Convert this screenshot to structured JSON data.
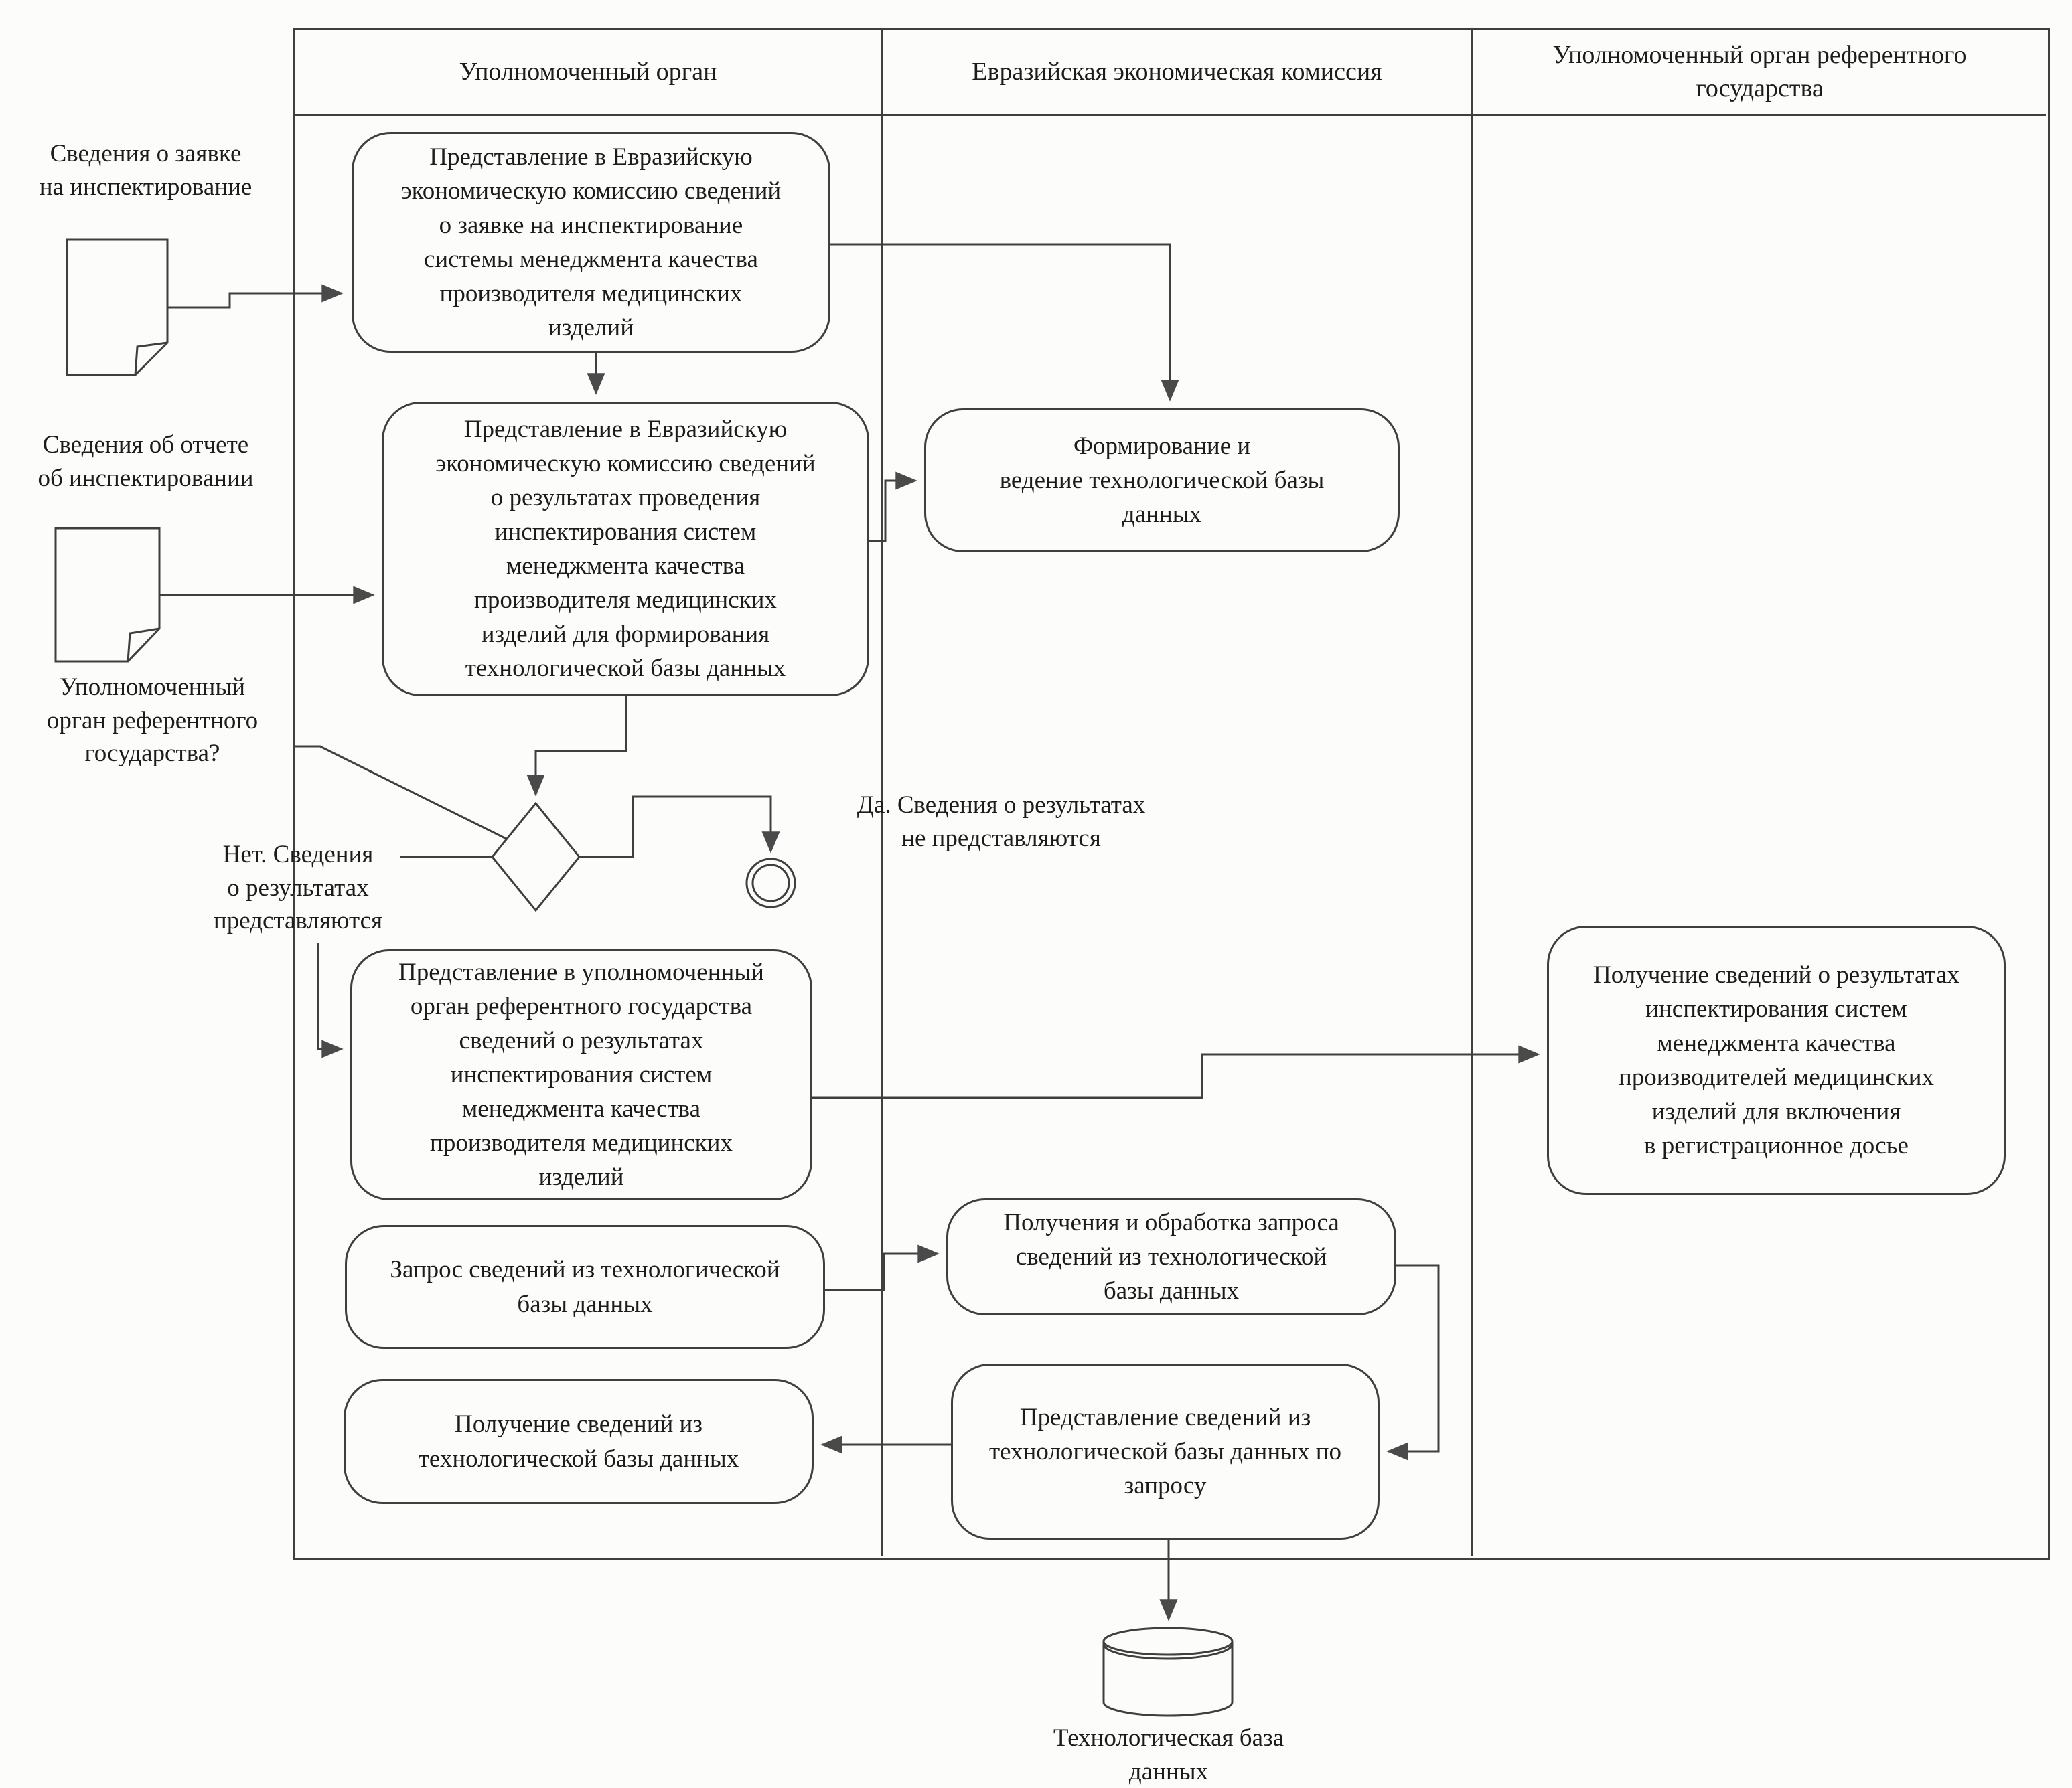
{
  "diagram": {
    "title_hint": "Схема информационного взаимодействия (инспектирование систем менеджмента качества производителей медицинских изделий)",
    "lanes": [
      {
        "title": "Уполномоченный орган"
      },
      {
        "title": "Евразийская экономическая комиссия"
      },
      {
        "title": "Уполномоченный орган референтного\nгосударства"
      }
    ],
    "nodes": {
      "submit_application": "Представление в Евразийскую\nэкономическую комиссию сведений\nо заявке на инспектирование\nсистемы менеджмента качества\nпроизводителя медицинских\nизделий",
      "submit_results": "Представление в Евразийскую\nэкономическую комиссию сведений\nо результатах проведения\nинспектирования систем\nменеджмента качества\nпроизводителя медицинских\nизделий для формирования\nтехнологической базы данных",
      "form_database": "Формирование и\nведение технологической базы\nданных",
      "submit_to_reference": "Представление в уполномоченный\nорган референтного государства\nсведений о результатах\nинспектирования систем\nменеджмента качества\nпроизводителя медицинских\nизделий",
      "request_data": "Запрос сведений из технологической\nбазы данных",
      "receive_data": "Получение сведений из\nтехнологической базы данных",
      "process_request": "Получения и обработка запроса\nсведений из технологической\nбазы данных",
      "provide_data": "Представление сведений из\nтехнологической базы данных по\nзапросу",
      "reference_receive_results": "Получение сведений о результатах\nинспектирования систем\nменеджмента качества\nпроизводителей медицинских\nизделий для включения\nв регистрационное досье"
    },
    "labels": {
      "application_info": "Сведения о заявке\nна инспектирование",
      "report_info": "Сведения об отчете\nоб инспектировании",
      "reference_question": "Уполномоченный\nорган референтного\nгосударства?",
      "yes_branch": "Да. Сведения о результатах\nне представляются",
      "no_branch": "Нет. Сведения\nо результатах\nпредставляются",
      "datastore": "Технологическая база\nданных"
    },
    "colors": {
      "ink": "#1c1c1c",
      "line": "#3f3f3f",
      "arrowhead": "#4a4a4a",
      "background": "#fcfcfb"
    }
  }
}
